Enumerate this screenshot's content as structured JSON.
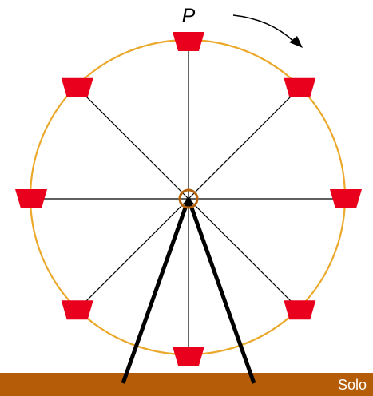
{
  "diagram": {
    "point_label": "P",
    "ground_label": "Solo",
    "rotation_direction": "clockwise",
    "cabin_count": 8,
    "colors": {
      "rim": "#eba82a",
      "spokes": "#000000",
      "hub": "#b4620b",
      "cabins": "#e8001c",
      "support_legs": "#000000",
      "ground": "#b45c07",
      "rotation_arrow": "#000000"
    }
  }
}
